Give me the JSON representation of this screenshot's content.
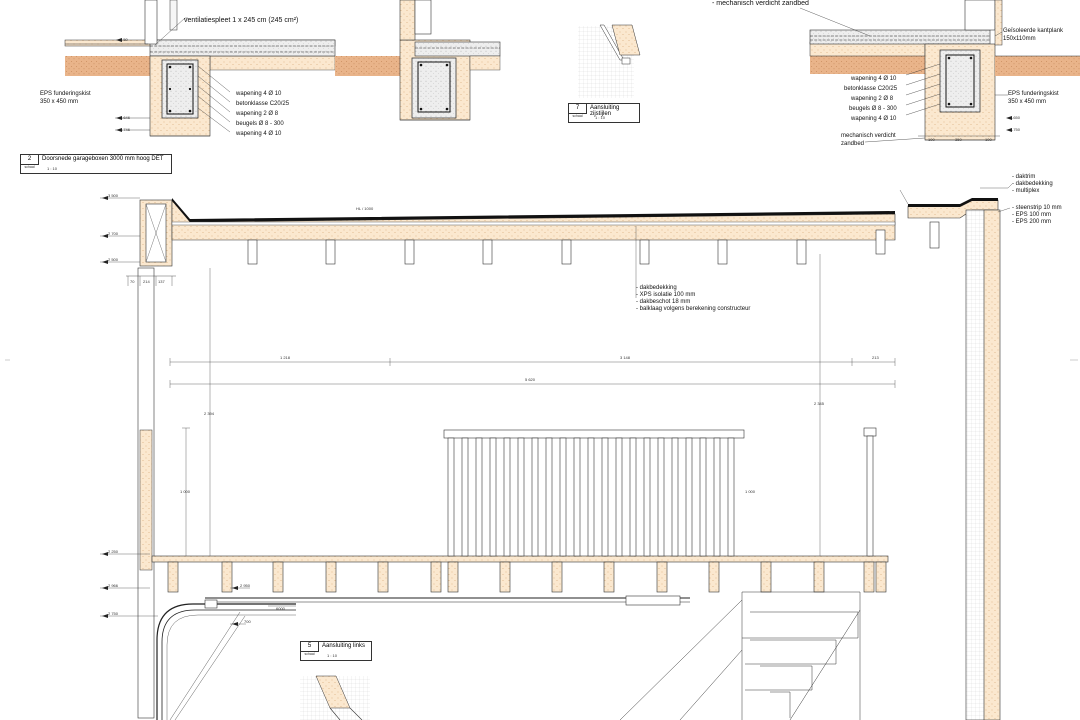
{
  "top_left": {
    "ventilation": "ventilatiespleet 1 x 245 cm (245 cm²)",
    "eps_title": "EPS funderingskist",
    "eps_size": "350 x 450 mm",
    "rebar": [
      "wapening 4 Ø 10",
      "betonklasse C20/25",
      "wapening 2 Ø 8",
      "beugels Ø 8 - 300",
      "wapening 4 Ø 10"
    ],
    "levels": [
      "-50",
      "-646",
      "-746"
    ]
  },
  "top_right": {
    "sand": "- mechanisch verdicht zandbed",
    "kantplank": "Geïsoleerde kantplank",
    "kantplank_size": "150x110mm",
    "rebar": [
      "wapening 4 Ø 10",
      "betonklasse C20/25",
      "wapening 2 Ø 8",
      "beugels Ø 8 - 300",
      "wapening 4 Ø 10"
    ],
    "eps_title": "EPS funderingskist",
    "eps_size": "350 x 450 mm",
    "sand_bottom_1": "mechanisch verdicht",
    "sand_bottom_2": "zandbed",
    "levels": [
      "-650",
      "-750"
    ],
    "dims": [
      "100",
      "350",
      "100"
    ]
  },
  "title_blocks": [
    {
      "number": "2",
      "title": "Doorsnede garageboxen 3000 mm hoog DET",
      "scale_label": "schaal",
      "scale": "1 : 10"
    },
    {
      "number": "7",
      "title": "Aansluiting zijstijlen",
      "scale_label": "schaal",
      "scale": "1 : 10"
    },
    {
      "number": "5",
      "title": "Aansluiting links",
      "scale_label": "schaal",
      "scale": "1 : 10"
    }
  ],
  "section": {
    "roof_layers": [
      "- dakbedekking",
      "- XPS isolatie 100 mm",
      "- dakbeschot 18 mm",
      "- balklaag volgens berekening constructeur"
    ],
    "edge_layers": [
      "- daktrim",
      "- dakbedekking",
      "- multiplex"
    ],
    "wall_layers": [
      "- steenstrip 10 mm",
      "- EPS 100 mm",
      "- EPS 200 mm"
    ],
    "slope": "HL / 1000",
    "levels": [
      "3 500",
      "2 700",
      "2 500",
      "2 250",
      "2 966",
      "2 750",
      "700",
      "2 950"
    ],
    "dims": [
      "1 218",
      "3 148",
      "213",
      "5 620",
      "2 394",
      "1 000",
      "1 000",
      "2 345",
      "70",
      "214",
      "137",
      "6000"
    ]
  }
}
